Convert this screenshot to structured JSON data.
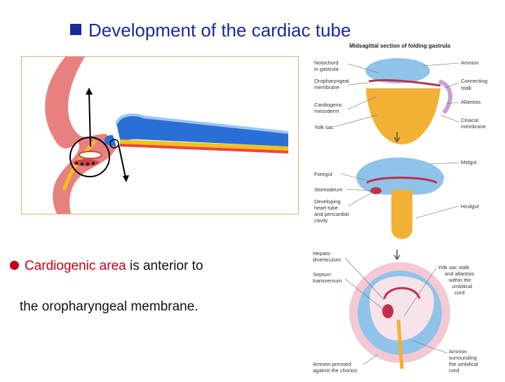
{
  "title": "Development of the cardiac tube",
  "bullet_text": {
    "highlight": "Cardiogenic area",
    "rest": " is anterior to",
    "line2_pre": "the ",
    "line2_highlight": "oropharyngeal",
    "line2_post": " membrane."
  },
  "figure": {
    "caption": "Midsagittal section of folding gastrula",
    "stage1_left": [
      "Notochord",
      "in gastrula",
      "Oropharyngeal",
      "membrane",
      "Cardiogenic",
      "mesoderm",
      "Yolk sac"
    ],
    "stage1_right": [
      "Amnion",
      "Connecting",
      "stalk",
      "Allantois",
      "Cloacal",
      "membrane"
    ],
    "stage2_left": [
      "Foregut",
      "Stomodeum",
      "Developing",
      "heart tube",
      "and pericardial",
      "cavity"
    ],
    "stage2_right": [
      "Midgut",
      "Hindgut"
    ],
    "stage3_left": [
      "Hepatic",
      "diverticulum",
      "Septum",
      "transversum"
    ],
    "stage3_right": [
      "Yolk sac stalk",
      "and allantois",
      "within the",
      "umbilical",
      "cord"
    ],
    "stage3_bottom_left": [
      "Amnion pressed",
      "against the chorion"
    ],
    "stage3_bottom_right": [
      "Amnion",
      "surrounding",
      "the umbilical",
      "cord"
    ]
  },
  "colors": {
    "title": "#1a2a99",
    "highlight": "#c4001a",
    "ectoderm": "#2a6fd6",
    "endoderm": "#f2c214",
    "mesoderm": "#e86f6f",
    "box_border": "#e8b070"
  }
}
